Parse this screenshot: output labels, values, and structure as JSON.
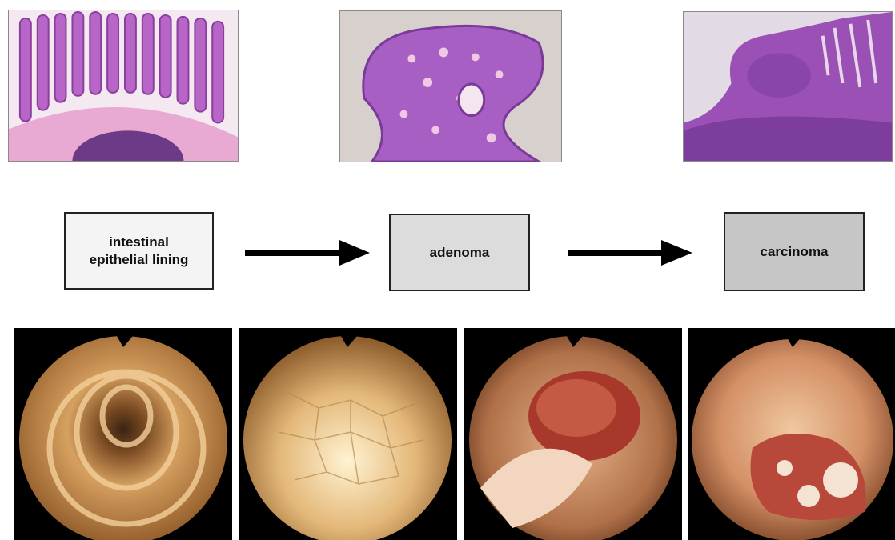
{
  "stages": [
    {
      "label": "intestinal\nepithelial lining"
    },
    {
      "label": "adenoma"
    },
    {
      "label": "carcinoma"
    }
  ],
  "colors": {
    "stain_purple": "#9a4fb0",
    "stain_pink": "#e9a6d2",
    "mucosa_tan": "#d9a56a",
    "arrow": "#000000"
  }
}
